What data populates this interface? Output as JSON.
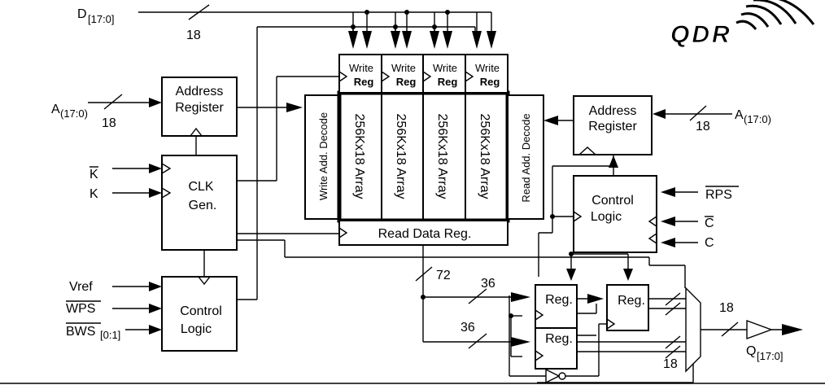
{
  "logo": "QDR",
  "signals": {
    "d_bus": {
      "name": "D",
      "sub": "[17:0]",
      "width": "18"
    },
    "addr_left": {
      "name": "A",
      "sub": "(17:0)",
      "width": "18"
    },
    "addr_right": {
      "name": "A",
      "sub": "(17:0)",
      "width": "18"
    },
    "k_bar": "K",
    "k": "K",
    "vref": "Vref",
    "wps": "WPS",
    "bws": {
      "name": "BWS",
      "sub": "[0:1]"
    },
    "rps": "RPS",
    "c": "C",
    "c_bar": "C",
    "q_out": {
      "name": "Q",
      "sub": "[17:0]",
      "width": "18"
    }
  },
  "blocks": {
    "address_register_left": [
      "Address",
      "Register"
    ],
    "address_register_right": [
      "Address",
      "Register"
    ],
    "clk_gen": [
      "CLK",
      "Gen."
    ],
    "control_logic_left": [
      "Control",
      "Logic"
    ],
    "control_logic_right": [
      "Control",
      "Logic"
    ],
    "write_add_decode": "Write Add. Decode",
    "read_add_decode": "Read Add. Decode",
    "arrays": [
      "256Kx18 Array",
      "256Kx18 Array",
      "256Kx18 Array",
      "256Kx18 Array"
    ],
    "write_regs": [
      {
        "top": "Write",
        "bottom": "Reg"
      },
      {
        "top": "Write",
        "bottom": "Reg"
      },
      {
        "top": "Write",
        "bottom": "Reg"
      },
      {
        "top": "Write",
        "bottom": "Reg"
      }
    ],
    "read_data_reg": "Read Data Reg.",
    "out_regs": [
      "Reg.",
      "Reg.",
      "Reg."
    ]
  },
  "bus_widths": {
    "read_bus": "72",
    "upper_branch": "36",
    "lower_branch": "36",
    "mux_in": "18"
  }
}
